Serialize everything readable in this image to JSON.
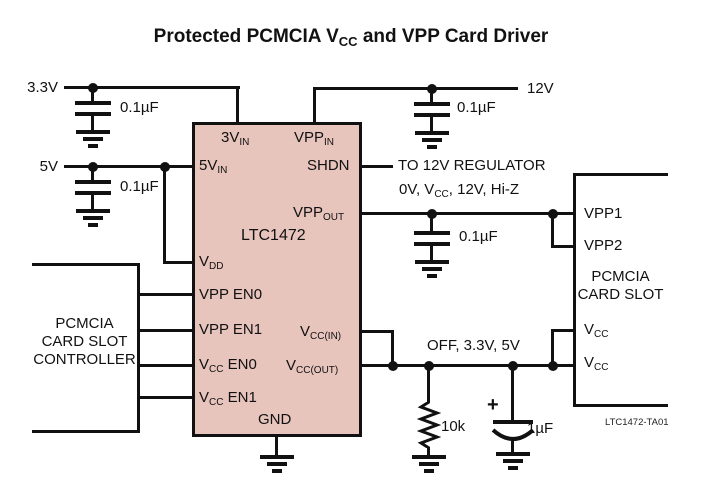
{
  "colors": {
    "ic_fill": "#e7c4bc",
    "wire": "#111111",
    "background": "#ffffff"
  },
  "title": {
    "pre": "Protected PCMCIA V",
    "sub": "CC",
    "post": " and VPP Card Driver"
  },
  "rails": {
    "v33": "3.3V",
    "v5": "5V",
    "v12": "12V"
  },
  "ic": {
    "part": "LTC1472",
    "p3vin": {
      "base": "3V",
      "sub": "IN"
    },
    "p5vin": {
      "base": "5V",
      "sub": "IN"
    },
    "pvppin": {
      "base": "VPP",
      "sub": "IN"
    },
    "pshdn": "SHDN",
    "pvppout": {
      "base": "VPP",
      "sub": "OUT"
    },
    "pvdd": {
      "base": "V",
      "sub": "DD"
    },
    "pvppen0": "VPP EN0",
    "pvppen1": "VPP EN1",
    "pvccin": {
      "base": "V",
      "sub": "CC(IN)"
    },
    "pvccen0": {
      "base": "V",
      "sub": "CC",
      "post": " EN0"
    },
    "pvccout": {
      "base": "V",
      "sub": "CC(OUT)"
    },
    "pvccen1": {
      "base": "V",
      "sub": "CC",
      "post": " EN1"
    },
    "pgnd": "GND"
  },
  "controller": {
    "line1": "PCMCIA",
    "line2": "CARD SLOT",
    "line3": "CONTROLLER"
  },
  "cardslot": {
    "vpp1": "VPP1",
    "vpp2": "VPP2",
    "name1": "PCMCIA",
    "name2": "CARD SLOT",
    "vcc1": {
      "base": "V",
      "sub": "CC"
    },
    "vcc2": {
      "base": "V",
      "sub": "CC"
    }
  },
  "notes": {
    "shdn": "TO 12V REGULATOR",
    "vpp_levels": {
      "pre": "0V, V",
      "sub": "CC",
      "post": ", 12V, Hi-Z"
    },
    "vcc_levels": "OFF, 3.3V, 5V",
    "figure": "LTC1472-TA01"
  },
  "parts": {
    "c1": "0.1µF",
    "c2": "0.1µF",
    "c3": "0.1µF",
    "c4": "0.1µF",
    "r1": "10k",
    "c5": "1µF",
    "plus": "+"
  }
}
